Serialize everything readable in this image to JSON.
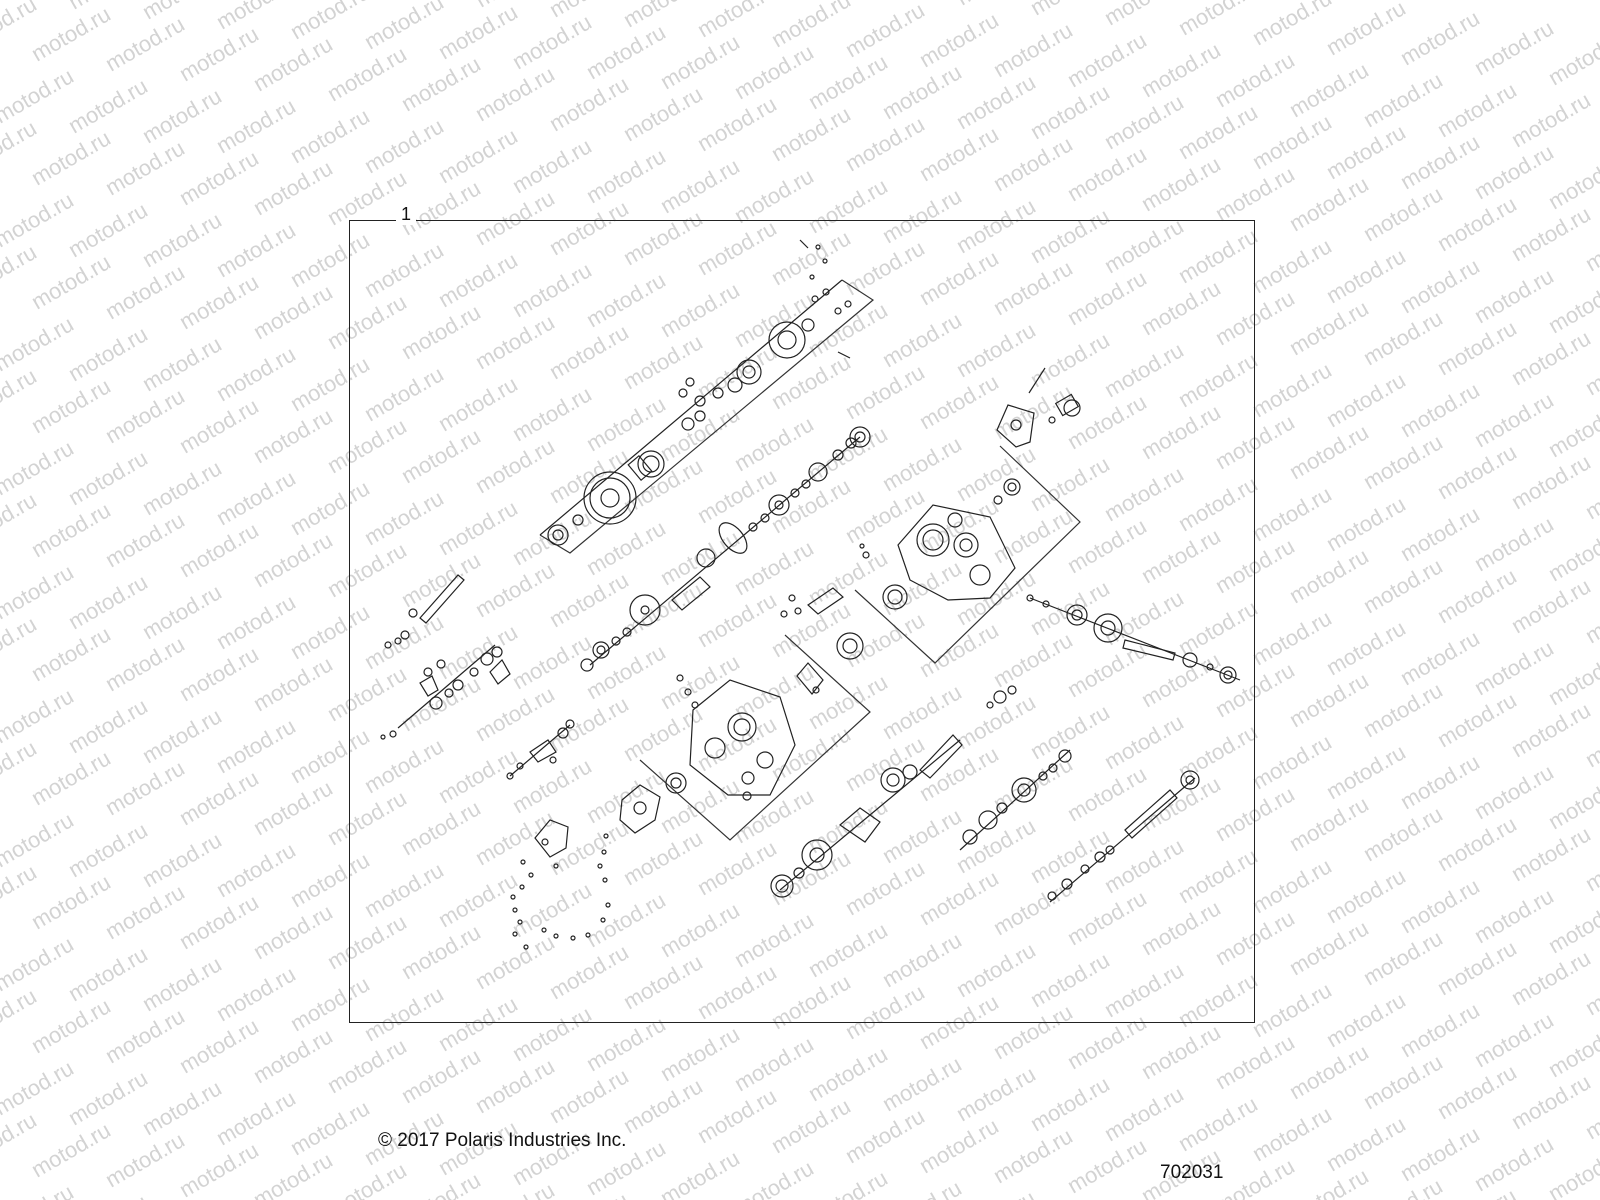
{
  "watermark": {
    "text": "motod.ru",
    "color": "#d3d3d3"
  },
  "diagram": {
    "assembly_callout": "1",
    "line_color": "#222222"
  },
  "footer": {
    "copyright": "© 2017 Polaris Industries Inc.",
    "figure_number": "702031"
  }
}
